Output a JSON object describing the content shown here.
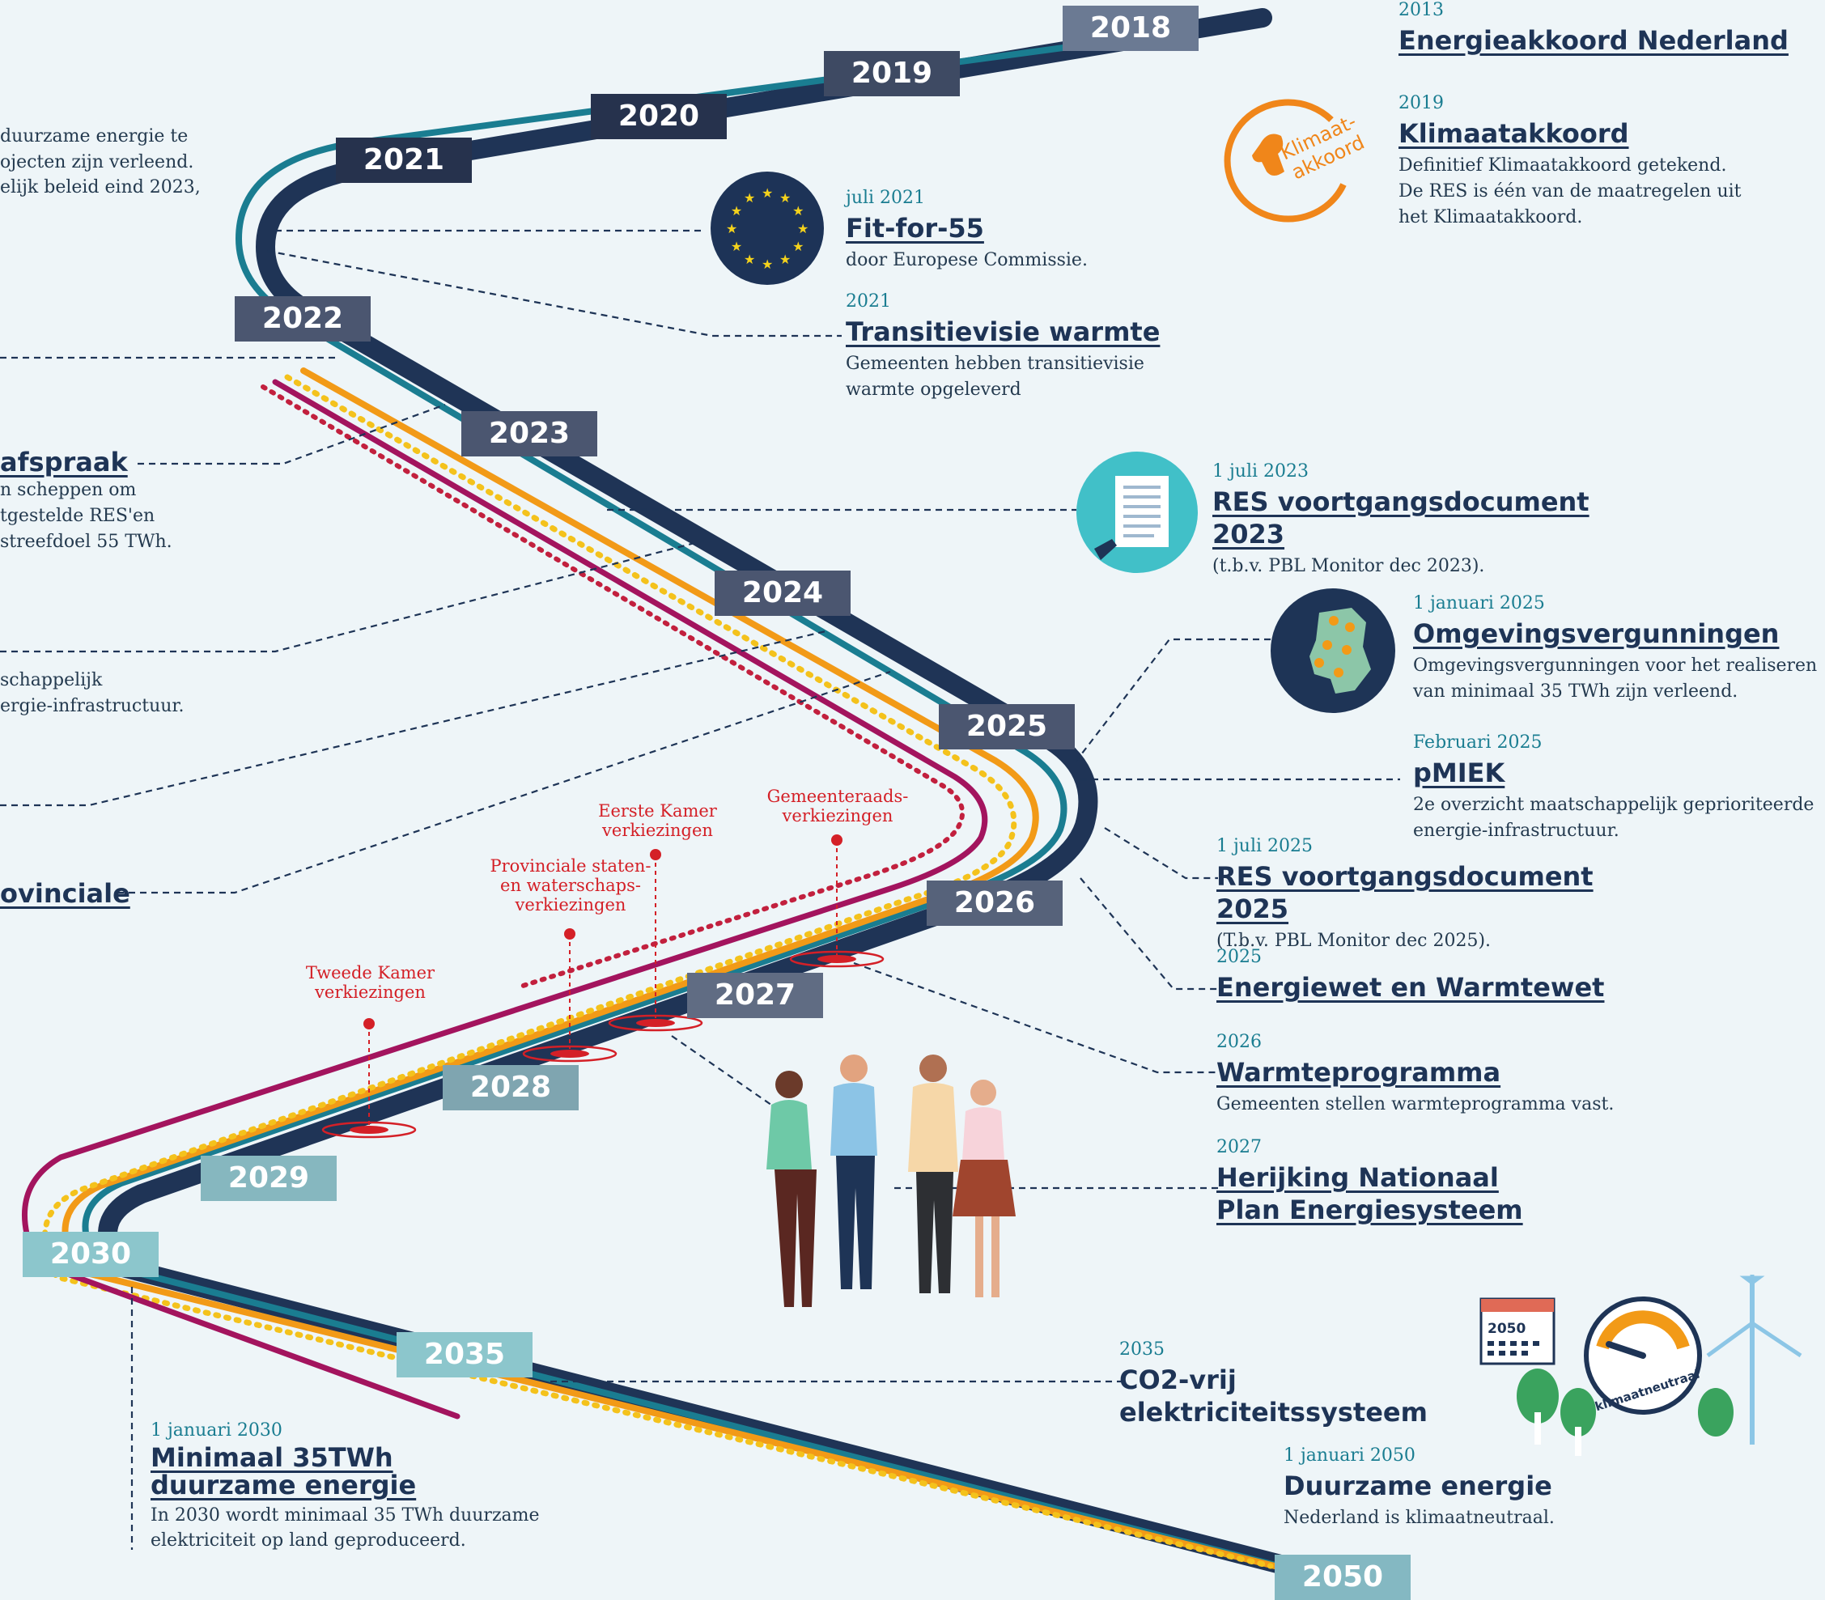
{
  "years": [
    {
      "label": "2018",
      "color": "#6b7a93"
    },
    {
      "label": "2019",
      "color": "#3e4a63"
    },
    {
      "label": "2020",
      "color": "#26324d"
    },
    {
      "label": "2021",
      "color": "#26324d"
    },
    {
      "label": "2022",
      "color": "#4b5670"
    },
    {
      "label": "2023",
      "color": "#4b5670"
    },
    {
      "label": "2024",
      "color": "#4b5670"
    },
    {
      "label": "2025",
      "color": "#4b5670"
    },
    {
      "label": "2026",
      "color": "#56627a"
    },
    {
      "label": "2027",
      "color": "#606c83"
    },
    {
      "label": "2028",
      "color": "#7fa5b0"
    },
    {
      "label": "2029",
      "color": "#86b7bf"
    },
    {
      "label": "2030",
      "color": "#8cc6cc"
    },
    {
      "label": "2035",
      "color": "#8cc6cc"
    },
    {
      "label": "2050",
      "color": "#84b8c2"
    }
  ],
  "elections": {
    "tweede_kamer": "Tweede Kamer\nverkiezingen",
    "provinciale": "Provinciale staten-\nen waterschaps-\nverkiezingen",
    "eerste_kamer": "Eerste Kamer\nverkiezingen",
    "gemeenteraad": "Gemeenteraads-\nverkiezingen"
  },
  "left_fragments": {
    "t1": "duurzame energie te",
    "t2": "ojecten zijn verleend.",
    "t3": "elijk beleid eind 2023,",
    "afspraak_title": "afspraak",
    "a1": "n scheppen om",
    "a2": "tgestelde RES'en",
    "a3": "streefdoel 55 TWh.",
    "m1": "schappelijk",
    "m2": "ergie-infrastructuur.",
    "provinciale_title": "ovinciale"
  },
  "events": {
    "energieakkoord": {
      "date": "2013",
      "title": "Energieakkoord Nederland"
    },
    "klimaatakkoord": {
      "date": "2019",
      "title": "Klimaatakkoord",
      "desc": "Definitief Klimaatakkoord getekend.\nDe RES is één van de maatregelen uit\nhet Klimaatakkoord."
    },
    "fitfor55": {
      "date": "juli 2021",
      "title": "Fit-for-55",
      "desc": "door Europese Commissie."
    },
    "transitievisie": {
      "date": "2021",
      "title": "Transitievisie warmte",
      "desc": "Gemeenten hebben transitievisie\nwarmte opgeleverd"
    },
    "res2023": {
      "date": "1 juli 2023",
      "title": "RES voortgangsdocument 2023",
      "desc": "(t.b.v. PBL Monitor dec 2023)."
    },
    "omgeving": {
      "date": "1 januari 2025",
      "title": "Omgevingsvergunningen",
      "desc": "Omgevingsvergunningen voor het realiseren\nvan minimaal 35 TWh zijn verleend."
    },
    "pmiek": {
      "date": "Februari 2025",
      "title": "pMIEK",
      "desc": "2e overzicht maatschappelijk geprioriteerde\nenergie-infrastructuur."
    },
    "res2025": {
      "date": "1 juli 2025",
      "title": "RES voortgangsdocument 2025",
      "desc": "(T.b.v. PBL Monitor dec 2025)."
    },
    "energiewet": {
      "date": "2025",
      "title": "Energiewet en Warmtewet"
    },
    "warmteprogramma": {
      "date": "2026",
      "title": "Warmteprogramma",
      "desc": "Gemeenten stellen warmteprogramma vast."
    },
    "herijking": {
      "date": "2027",
      "title": "Herijking Nationaal\nPlan Energiesysteem"
    },
    "co2vrij": {
      "date": "2035",
      "title": "CO2-vrij\nelektriciteitssysteem"
    },
    "minimaal35": {
      "date": "1 januari 2030",
      "title": "Minimaal 35TWh\nduurzame energie",
      "desc": "In 2030 wordt minimaal 35 TWh duurzame\nelektriciteit op land geproduceerd."
    },
    "duurzaam2050": {
      "date": "1 januari 2050",
      "title": "Duurzame energie",
      "desc": "Nederland is klimaatneutraal."
    }
  },
  "icons": {
    "klimaat_logo_text": "Klimaat-\nakkoord",
    "calendar_label": "2050",
    "gauge_label": "klimaatneutraal"
  },
  "colors": {
    "navy": "#1e3456",
    "teal": "#1a7d91",
    "orange": "#f29a17",
    "yellow": "#f4c21c",
    "magenta": "#a3145e",
    "red": "#d42027"
  }
}
